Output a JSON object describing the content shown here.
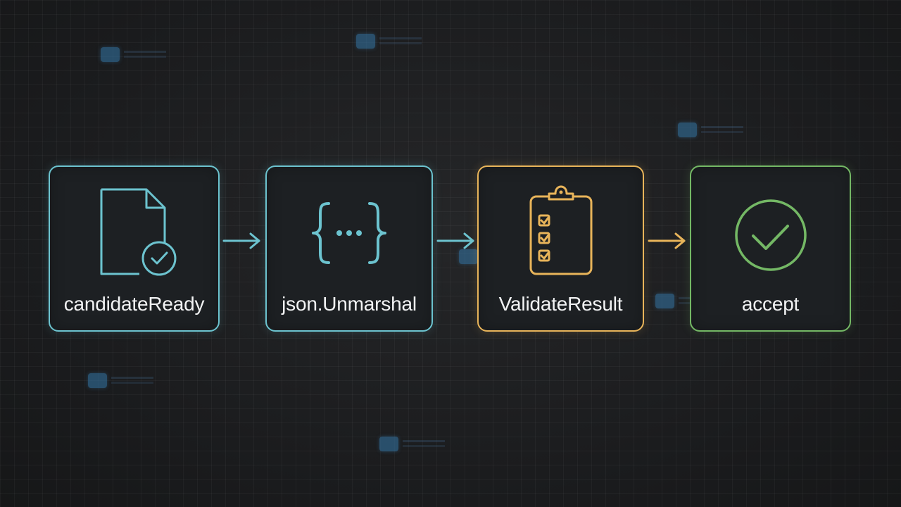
{
  "diagram": {
    "nodes": [
      {
        "id": "candidate-ready",
        "label": "candidateReady",
        "icon": "document-check-icon",
        "color": "#6cc3cf"
      },
      {
        "id": "json-unmarshal",
        "label": "json.Unmarshal",
        "icon": "curly-braces-icon",
        "color": "#6cc3cf"
      },
      {
        "id": "validate-result",
        "label": "ValidateResult",
        "icon": "clipboard-checklist-icon",
        "color": "#e8b45a"
      },
      {
        "id": "accept",
        "label": "accept",
        "icon": "check-circle-icon",
        "color": "#74b865"
      }
    ],
    "edges": [
      {
        "from": "candidate-ready",
        "to": "json-unmarshal",
        "color": "#6cc3cf"
      },
      {
        "from": "json-unmarshal",
        "to": "validate-result",
        "color": "#6cc3cf"
      },
      {
        "from": "validate-result",
        "to": "accept",
        "color": "#e8b45a"
      }
    ]
  }
}
